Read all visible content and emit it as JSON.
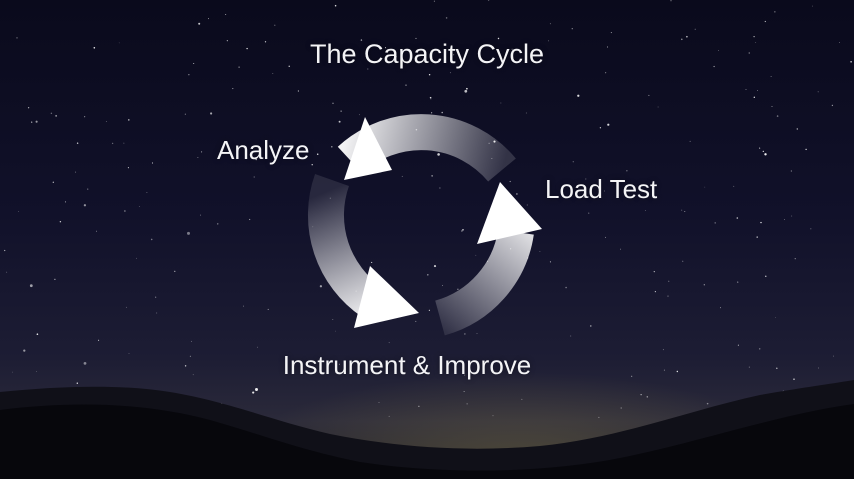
{
  "slide": {
    "title": "The Capacity Cycle",
    "stages": [
      {
        "label": "Analyze",
        "icon": "triangle-arrow-icon"
      },
      {
        "label": "Load Test",
        "icon": "triangle-arrow-icon"
      },
      {
        "label": "Instrument & Improve",
        "icon": "triangle-arrow-icon"
      }
    ]
  },
  "colors": {
    "sky": "#0c0c1e",
    "text": "#f4f4f6",
    "arrow": "#ffffff",
    "ring": "#d8d8dc"
  }
}
